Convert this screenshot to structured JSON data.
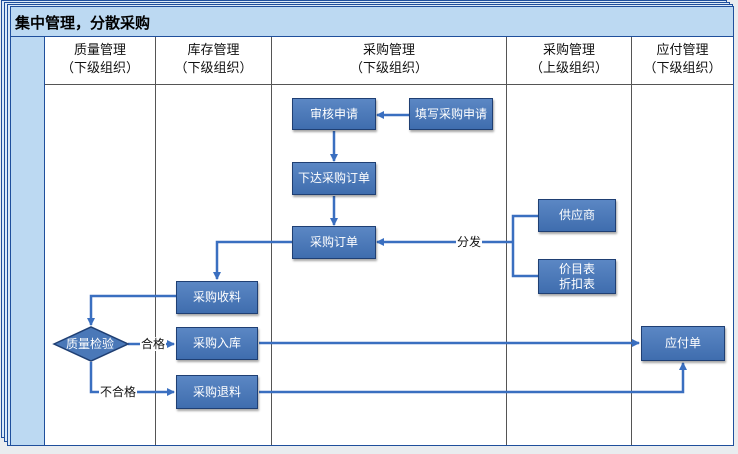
{
  "title": "集中管理，分散采购",
  "lanes": [
    {
      "name": "质量管理",
      "sub": "（下级组织）"
    },
    {
      "name": "库存管理",
      "sub": "（下级组织）"
    },
    {
      "name": "采购管理",
      "sub": "（下级组织）"
    },
    {
      "name": "采购管理",
      "sub": "（上级组织）"
    },
    {
      "name": "应付管理",
      "sub": "（下级组织）"
    }
  ],
  "nodes": {
    "review": "审核申请",
    "fill": "填写采购申请",
    "issue": "下达采购订单",
    "po": "采购订单",
    "supplier": "供应商",
    "price_line1": "价目表",
    "price_line2": "折扣表",
    "receive": "采购收料",
    "inspect": "质量检验",
    "stock_in": "采购入库",
    "return": "采购退料",
    "payable": "应付单"
  },
  "labels": {
    "distribute": "分发",
    "pass": "合格",
    "fail": "不合格"
  },
  "colors": {
    "node_fill": "#4a78b8",
    "arrow": "#3a6fc0",
    "header": "#bcd9f2",
    "border": "#1f4f9c"
  }
}
